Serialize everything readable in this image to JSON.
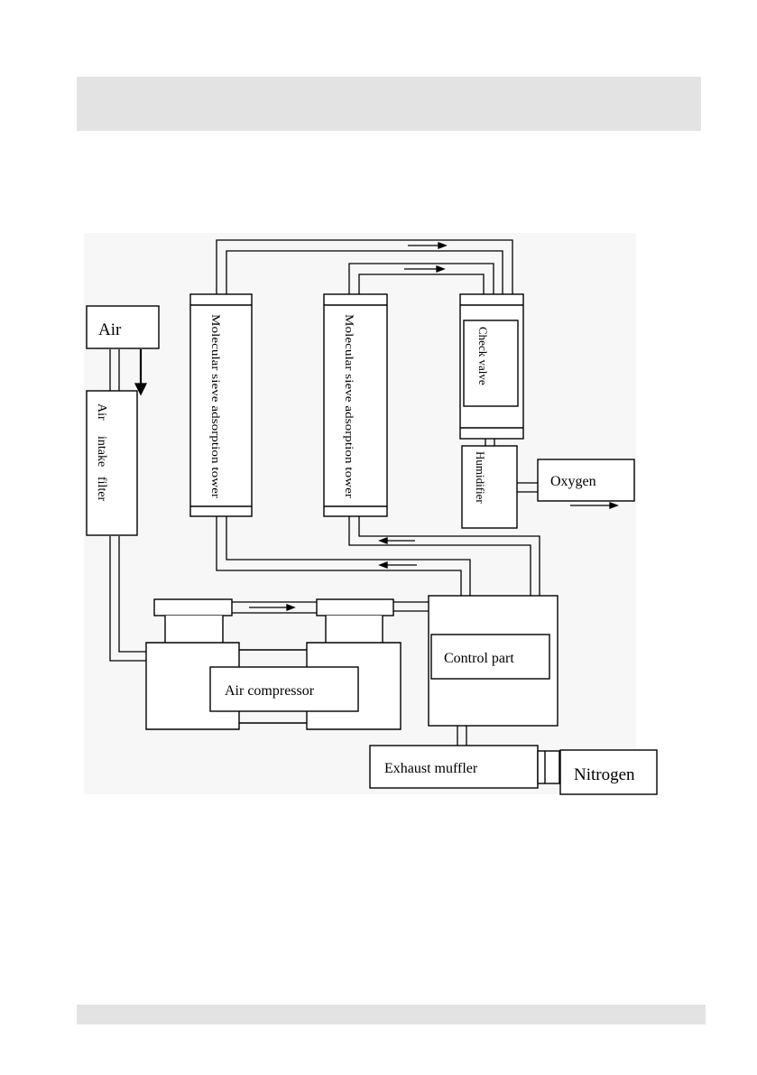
{
  "labels": {
    "air": "Air",
    "air_intake_filter_line1": "Air",
    "air_intake_filter_line2": "intake",
    "air_intake_filter_line3": "filter",
    "tower_left": "Molecular sieve adsorption tower",
    "tower_right": "Molecular sieve adsorption tower",
    "check_valve": "Check valve",
    "humidifier": "Humidifier",
    "oxygen": "Oxygen",
    "control_part": "Control part",
    "air_compressor": "Air compressor",
    "exhaust_muffler": "Exhaust muffler",
    "nitrogen": "Nitrogen"
  },
  "colors": {
    "band": "#e3e3e3",
    "line": "#000000"
  }
}
